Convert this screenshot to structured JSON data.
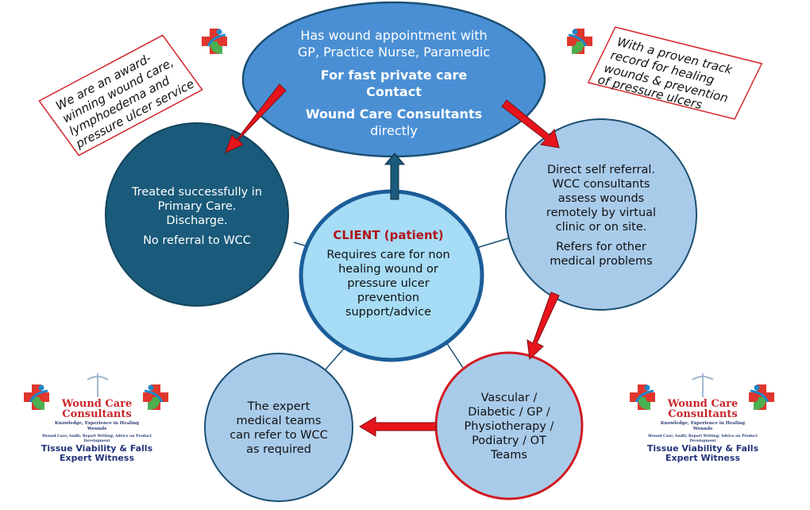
{
  "top_oval": {
    "line1": "Has wound appointment with",
    "line2": "GP, Practice Nurse, Paramedic",
    "line3": "For fast private care",
    "line4": "Contact",
    "line5": "Wound Care Consultants",
    "line6": "directly"
  },
  "left_circle": {
    "line1": "Treated successfully in",
    "line2": "Primary Care.",
    "line3": "Discharge.",
    "line4": "No referral to WCC"
  },
  "center_circle": {
    "title": "CLIENT (patient)",
    "line1": "Requires care for non",
    "line2": "healing wound or",
    "line3": "pressure ulcer",
    "line4": "prevention",
    "line5": "support/advice"
  },
  "right_circle": {
    "line1": "Direct self referral.",
    "line2": "WCC consultants",
    "line3": "assess wounds",
    "line4": "remotely by virtual",
    "line5": "clinic or on site.",
    "line6": "Refers for other",
    "line7": "medical problems"
  },
  "bottom_right_circle": {
    "line1": "Vascular /",
    "line2": "Diabetic / GP /",
    "line3": "Physiotherapy /",
    "line4": "Podiatry / OT",
    "line5": "Teams"
  },
  "bottom_left_circle": {
    "line1": "The expert",
    "line2": "medical teams",
    "line3": "can refer to WCC",
    "line4": "as required"
  },
  "note_left": {
    "line1": "We are an award-",
    "line2": "winning wound care,",
    "line3": "lymphoedema and",
    "line4": "pressure ulcer service"
  },
  "note_right": {
    "line1": "With a proven track",
    "line2": "record for healing",
    "line3": "wounds & prevention",
    "line4": "of pressure ulcers"
  },
  "logo": {
    "name1": "Wound Care",
    "name2": "Consultants",
    "tagline1": "Knowledge, Experience in Healing",
    "tagline2": "Wounds",
    "services1": "Wound Care; Audit; Report Writing; Advice on Product",
    "services2": "Development",
    "specialty1": "Tissue Viability & Falls",
    "specialty2": "Expert Witness"
  },
  "colors": {
    "top_oval": "#4a8fd4",
    "dark_circle": "#1a5a7a",
    "light_circle": "#a9cbea",
    "center_circle": "#a6dcf5",
    "arrow_red": "#e8141c",
    "outline_dark": "#1b4f72",
    "client_title": "#b0141c"
  }
}
